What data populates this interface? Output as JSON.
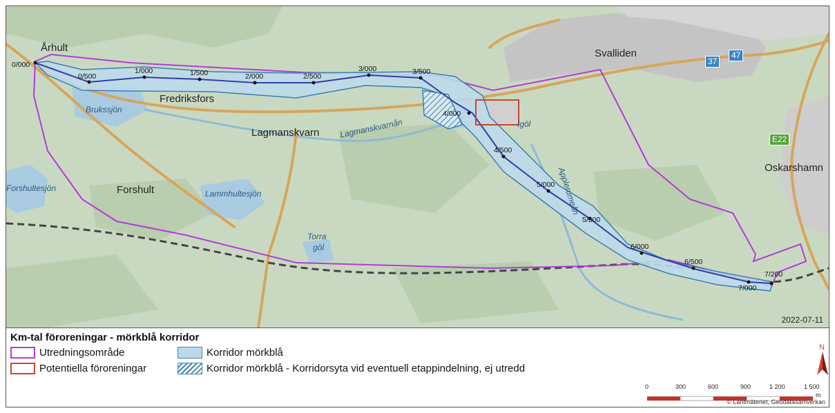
{
  "map": {
    "places": [
      "Århult",
      "Fredriksfors",
      "Lagmanskvarn",
      "Forshult",
      "Svalliden",
      "Oskarshamn",
      "Igöl"
    ],
    "water_names": [
      "Brukssjön",
      "Lagmanskvarnån",
      "Forshultesjön",
      "Lammhultesjön",
      "Torra",
      "göl",
      "Applerumeån"
    ],
    "km_labels": [
      "0/000",
      "0/500",
      "1/000",
      "1/500",
      "2/000",
      "2/500",
      "3/000",
      "3/500",
      "4/000",
      "4/500",
      "5/000",
      "5/500",
      "6/000",
      "6/500",
      "7/000",
      "7/200"
    ],
    "road_shields": [
      "37",
      "47",
      "E22"
    ],
    "date": "2022-07-11",
    "colors": {
      "study_area": "#b33bd6",
      "pollution": "#d2412f",
      "corridor_fill": "#bcd9ea",
      "corridor_line": "#3a7fb0",
      "route_center": "#3040a8",
      "road": "#d7a55a",
      "land": "#c9d9c1"
    }
  },
  "legend": {
    "title": "Km-tal föroreningar - mörkblå korridor",
    "items": [
      {
        "label": "Utredningsområde",
        "icon": "purple-outline-swatch"
      },
      {
        "label": "Potentiella föroreningar",
        "icon": "red-outline-swatch"
      },
      {
        "label": "Korridor mörkblå",
        "icon": "blue-fill-swatch"
      },
      {
        "label": "Korridor mörkblå - Korridorsyta vid eventuell etappindelning, ej utredd",
        "icon": "hatched-swatch"
      }
    ],
    "north_label": "N",
    "scale_ticks": [
      "0",
      "300",
      "600",
      "900",
      "1 200",
      "1 500"
    ],
    "scale_unit": "m",
    "credit": "© Lantmäteriet, Geodatasamverkan"
  }
}
